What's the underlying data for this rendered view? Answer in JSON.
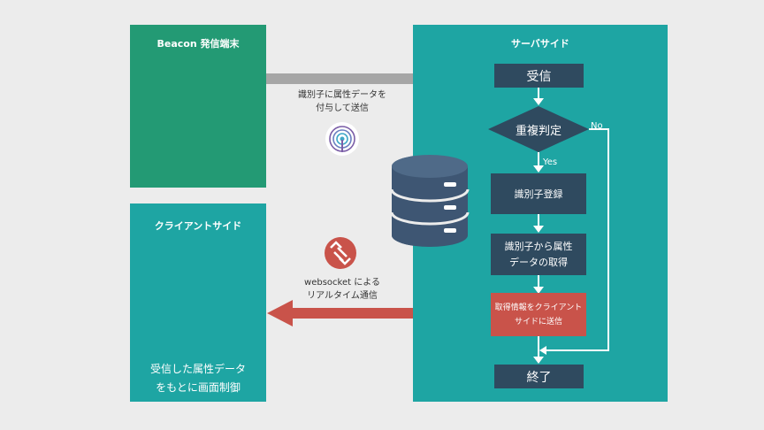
{
  "beacon": {
    "title": "Beacon 発信端末"
  },
  "server": {
    "title": "サーバサイド"
  },
  "client": {
    "title": "クライアントサイド",
    "caption_line1": "受信した属性データ",
    "caption_line2": "をもとに画面制御"
  },
  "arrows": {
    "beacon_line1": "識別子に属性データを",
    "beacon_line2": "付与して送信",
    "ws_line1": "websocket による",
    "ws_line2": "リアルタイム通信"
  },
  "flow": {
    "receive": "受信",
    "duplicate_check": "重複判定",
    "no": "No",
    "yes": "Yes",
    "register": "識別子登録",
    "fetch_line1": "識別子から属性",
    "fetch_line2": "データの取得",
    "send_line1": "取得情報をクライアント",
    "send_line2": "サイドに送信",
    "end": "終了"
  },
  "colors": {
    "beacon_green": "#239a74",
    "teal": "#1ea5a3",
    "dark_node": "#2f4a5f",
    "send_red": "#c9534a",
    "gray_arrow": "#a6a6a6"
  }
}
